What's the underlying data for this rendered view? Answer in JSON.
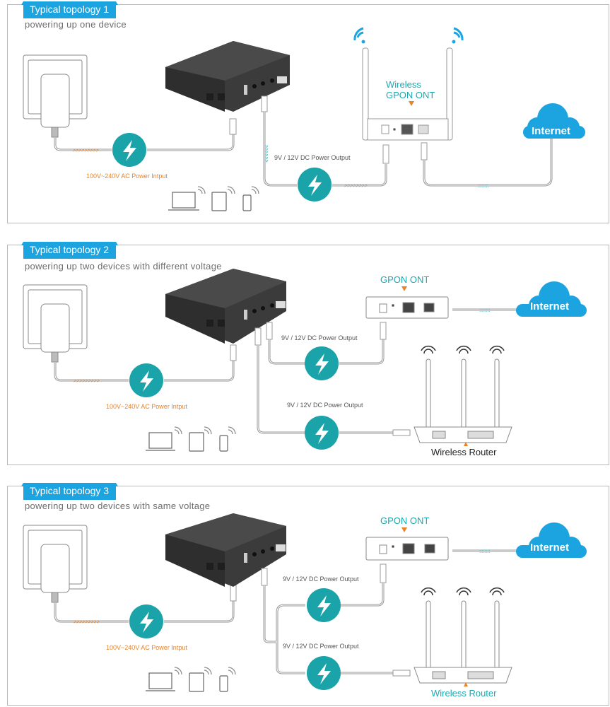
{
  "colors": {
    "tag_bg": "#1ba4e0",
    "bolt_circle": "#1aa3a8",
    "cloud": "#1ba4e0",
    "label_teal": "#1aa9b0",
    "label_orange": "#e9832b",
    "panel_border": "#b9b9b9"
  },
  "icons": {
    "power": "lightning-bolt",
    "internet": "cloud",
    "wifi": "wifi-signal",
    "devices": [
      "laptop",
      "tablet",
      "smartphone"
    ]
  },
  "panels": [
    {
      "title": "Typical topology 1",
      "subtitle": "powering up one device",
      "ac_label": "100V~240V AC Power Intput",
      "dc_labels": [
        "9V / 12V DC Power Output"
      ],
      "device_label_line1": "Wireless",
      "device_label_line2": "GPON ONT",
      "cloud_label": "Internet"
    },
    {
      "title": "Typical topology 2",
      "subtitle": "powering up two devices with different voltage",
      "ac_label": "100V~240V AC Power Intput",
      "dc_labels": [
        "9V / 12V DC Power Output",
        "9V / 12V DC Power Output"
      ],
      "ont_label": "GPON ONT",
      "router_label": "Wireless Router",
      "cloud_label": "Internet"
    },
    {
      "title": "Typical topology 3",
      "subtitle": "powering up two devices with same voltage",
      "ac_label": "100V~240V AC Power Intput",
      "dc_labels": [
        "9V / 12V DC Power Output",
        "9V / 12V DC Power Output"
      ],
      "ont_label": "GPON ONT",
      "router_label": "Wireless Router",
      "cloud_label": "Internet"
    }
  ]
}
